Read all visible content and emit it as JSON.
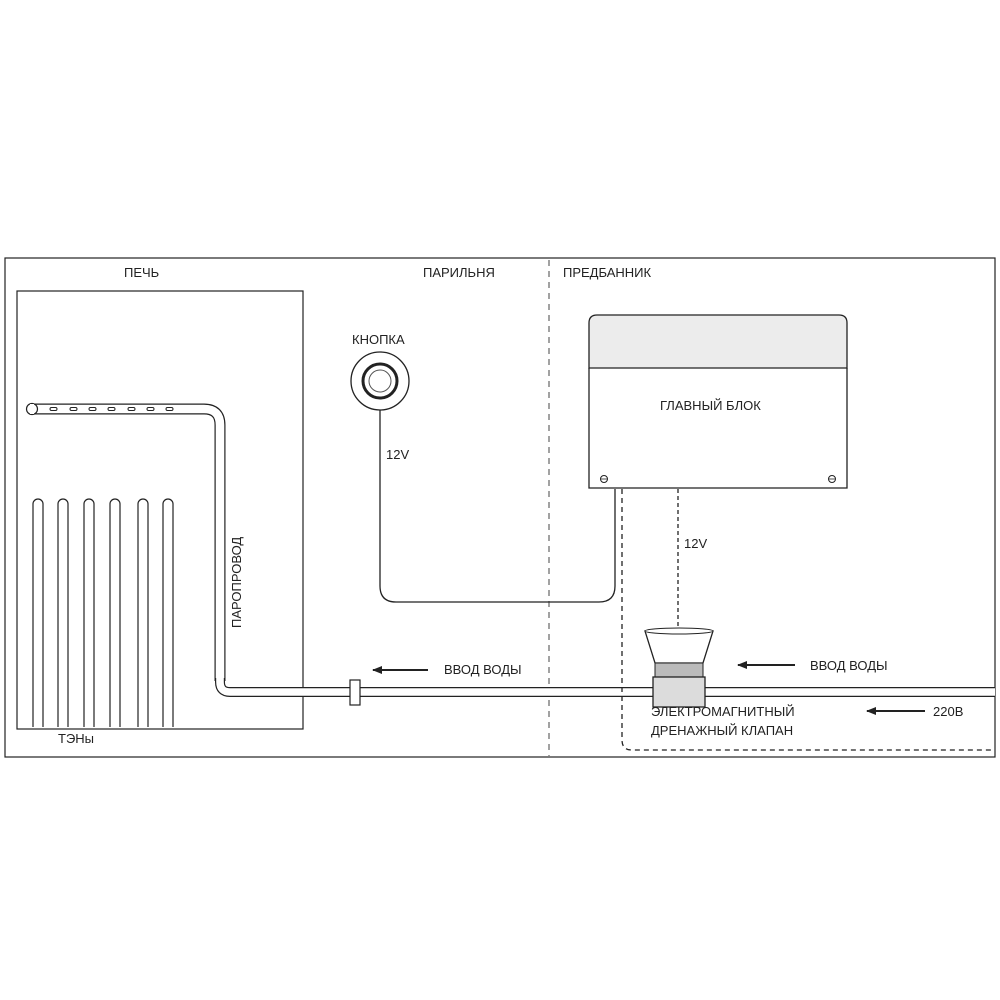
{
  "zones": {
    "stove": "ПЕЧЬ",
    "steam_room": "ПАРИЛЬНЯ",
    "dressing_room": "ПРЕДБАННИК"
  },
  "button_label": "КНОПКА",
  "main_unit_label": "ГЛАВНЫЙ БЛОК",
  "button_voltage": "12V",
  "valve_voltage": "12V",
  "steam_pipe_label": "ПАРОПРОВОД",
  "heaters_label": "ТЭНы",
  "water_inlet_1": "ВВОД ВОДЫ",
  "water_inlet_2": "ВВОД ВОДЫ",
  "valve_label_line1": "ЭЛЕКТРОМАГНИТНЫЙ",
  "valve_label_line2": "ДРЕНАЖНЫЙ КЛАПАН",
  "power_label": "220В",
  "colors": {
    "line": "#222222",
    "unit_top": "#ececec",
    "valve_body": "#dcdcdc"
  }
}
